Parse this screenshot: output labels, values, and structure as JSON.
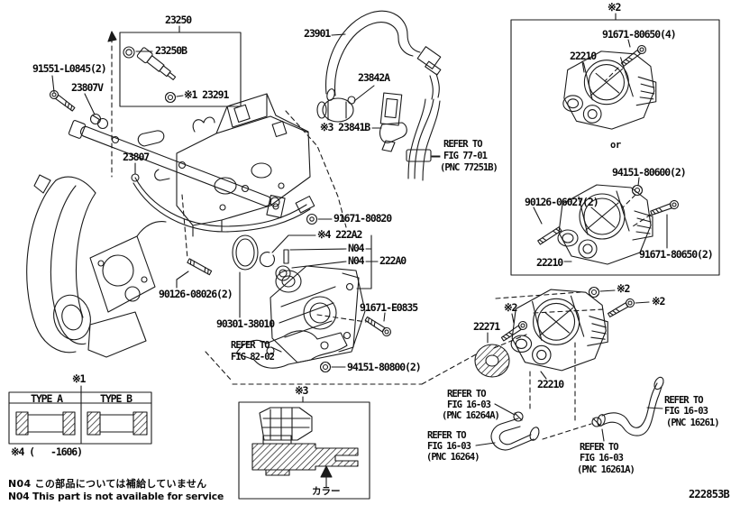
{
  "figure": {
    "code": "222853B"
  },
  "injector_box": {
    "title": "23250",
    "oring": "23250B",
    "insulator": "※1 23291"
  },
  "rail": {
    "bolt": "91551-L0845(2)",
    "grommet": "23807V",
    "pipe": "23807"
  },
  "hoses": {
    "hose": "23901",
    "vsv": "23842A",
    "damper": "※3 23841B",
    "refer_7701": [
      "REFER TO",
      "FIG 77-01",
      "(PNC 77251B)"
    ]
  },
  "egr": {
    "union_bolt": "91671-80820",
    "clip": "※4 222A2",
    "n04_pin": "N04",
    "n04_sensor": "N04",
    "assy": "222A0",
    "stud": "90126-08026(2)",
    "gasket": "90301-38010",
    "refer_8202": [
      "REFER TO",
      "FIG 82-02"
    ],
    "bolt_94151": "94151-80800(2)",
    "bolt_e0835": "91671-E0835"
  },
  "throttle_box": {
    "marker": "※2",
    "bolt4": "91671-80650(4)",
    "body1": "22210",
    "or_word": "or",
    "nut": "94151-80600(2)",
    "stud": "90126-06027(2)",
    "bolt2": "91671-80650(2)",
    "body2": "22210"
  },
  "lower": {
    "marker_nut": "※2",
    "marker_bolt": "※2",
    "marker_stud": "※2",
    "ring": "22271",
    "body": "22210",
    "refer_16264A": [
      "REFER TO",
      "FIG 16-03",
      "(PNC 16264A)"
    ],
    "refer_16264": [
      "REFER TO",
      "FIG 16-03",
      "(PNC 16264)"
    ],
    "refer_16261": [
      "REFER TO",
      "FIG 16-03",
      "(PNC 16261)"
    ],
    "refer_16261A": [
      "REFER TO",
      "FIG 16-03",
      "(PNC 16261A)"
    ]
  },
  "type_table": {
    "marker": "※1",
    "col_a": "TYPE A",
    "col_b": "TYPE B",
    "range_open": "※4 (",
    "range_close": "-1606)"
  },
  "collar_box": {
    "marker": "※3",
    "label": "カラー"
  },
  "notes": {
    "jp": "N04 この部品については補給していません",
    "en": "N04 This part is not available for service"
  }
}
